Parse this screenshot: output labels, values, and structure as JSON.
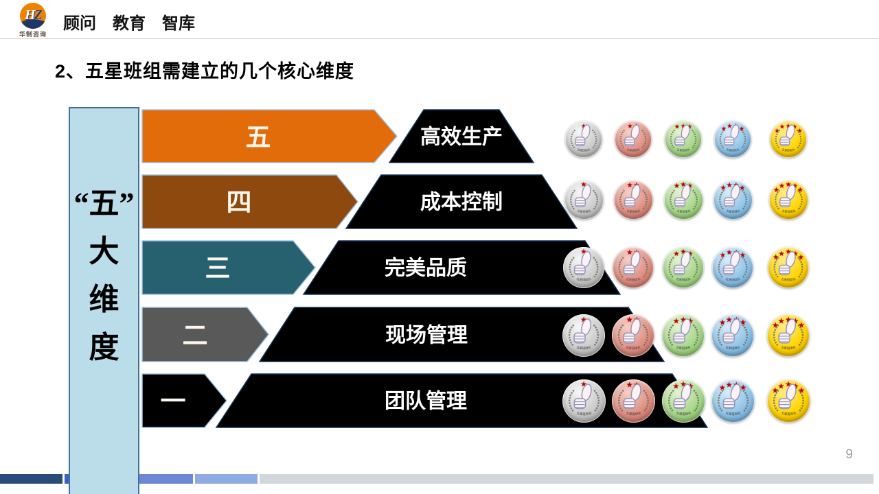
{
  "header": {
    "logo_text_h": "H",
    "logo_text_z": "Z",
    "logo_subtext": "华制咨询",
    "slogan": "顾问　教育　智库"
  },
  "slide": {
    "title": "2、五星班组需建立的几个核心维度",
    "page_number": "9"
  },
  "diagram": {
    "sidebar_lines": [
      "“五”",
      "大",
      "维",
      "度"
    ],
    "sidebar_bg": "#BBDDE9",
    "sidebar_border": "#41719C",
    "pyramid_color": "#000000",
    "arrow_outline": "#9DC3E6",
    "rows": [
      {
        "numeral": "五",
        "label": "高效生产",
        "arrow_color": "#E26C09"
      },
      {
        "numeral": "四",
        "label": "成本控制",
        "arrow_color": "#8E4A0E"
      },
      {
        "numeral": "三",
        "label": "完美品质",
        "arrow_color": "#27606E"
      },
      {
        "numeral": "二",
        "label": "现场管理",
        "arrow_color": "#595959"
      },
      {
        "numeral": "一",
        "label": "团队管理",
        "arrow_color": "#000000"
      }
    ],
    "badge_levels": [
      {
        "name": "silver-1-star",
        "stars": 1,
        "light": "#F7F7F7",
        "base": "#CACACA",
        "dark": "#989898",
        "text": "五星班组长"
      },
      {
        "name": "red-2-star",
        "stars": 2,
        "light": "#F6D0C8",
        "base": "#DE8E81",
        "dark": "#BC5E51",
        "text": "五星班组长"
      },
      {
        "name": "green-3-star",
        "stars": 3,
        "light": "#E4F3D0",
        "base": "#A6D689",
        "dark": "#76B254",
        "text": "五星班组长"
      },
      {
        "name": "blue-4-star",
        "stars": 4,
        "light": "#D8EDF9",
        "base": "#8FC2E6",
        "dark": "#5693C8",
        "text": "五星班组长"
      },
      {
        "name": "gold-5-star",
        "stars": 5,
        "light": "#FFEC86",
        "base": "#FFD400",
        "dark": "#D89C00",
        "text": "五星班组长"
      }
    ],
    "star_color": "#C00000"
  },
  "footer": {
    "bar_colors": [
      "#2A4A7B",
      "#3A64C4",
      "#6E87D3",
      "#8FABE3",
      "#D2D7DC"
    ]
  }
}
